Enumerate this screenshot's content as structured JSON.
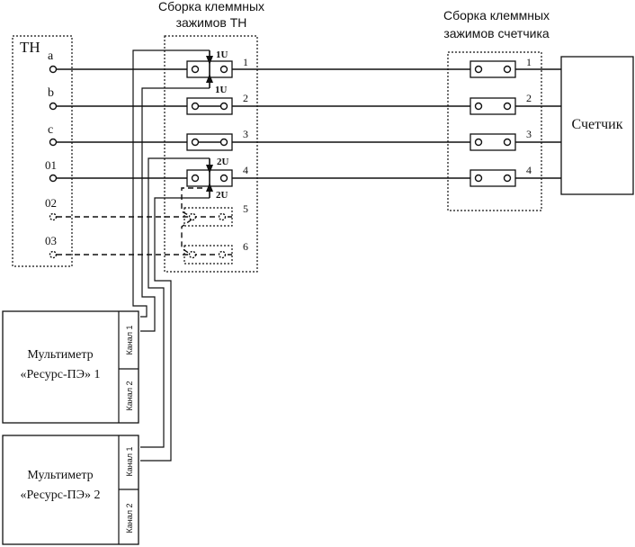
{
  "assembly_tn": {
    "title_line1": "Сборка клеммных",
    "title_line2": "зажимов ТН"
  },
  "assembly_meter": {
    "title_line1": "Сборка клеммных",
    "title_line2": "зажимов счетчика"
  },
  "tn": {
    "label": "ТН",
    "terminals": [
      "a",
      "b",
      "c",
      "01",
      "02",
      "03"
    ]
  },
  "tn_clamps": {
    "numbers": [
      "1",
      "2",
      "3",
      "4",
      "5",
      "6"
    ],
    "markers": [
      "1U",
      "1U",
      "2U",
      "2U"
    ]
  },
  "meter_clamps": {
    "numbers": [
      "1",
      "2",
      "3",
      "4"
    ]
  },
  "meter": {
    "label": "Счетчик"
  },
  "multimeter1": {
    "line1": "Мультиметр",
    "line2": "«Ресурс-ПЭ» 1",
    "channel1": "Канал 1",
    "channel2": "Канал 2"
  },
  "multimeter2": {
    "line1": "Мультиметр",
    "line2": "«Ресурс-ПЭ» 2",
    "channel1": "Канал 1",
    "channel2": "Канал 2"
  }
}
